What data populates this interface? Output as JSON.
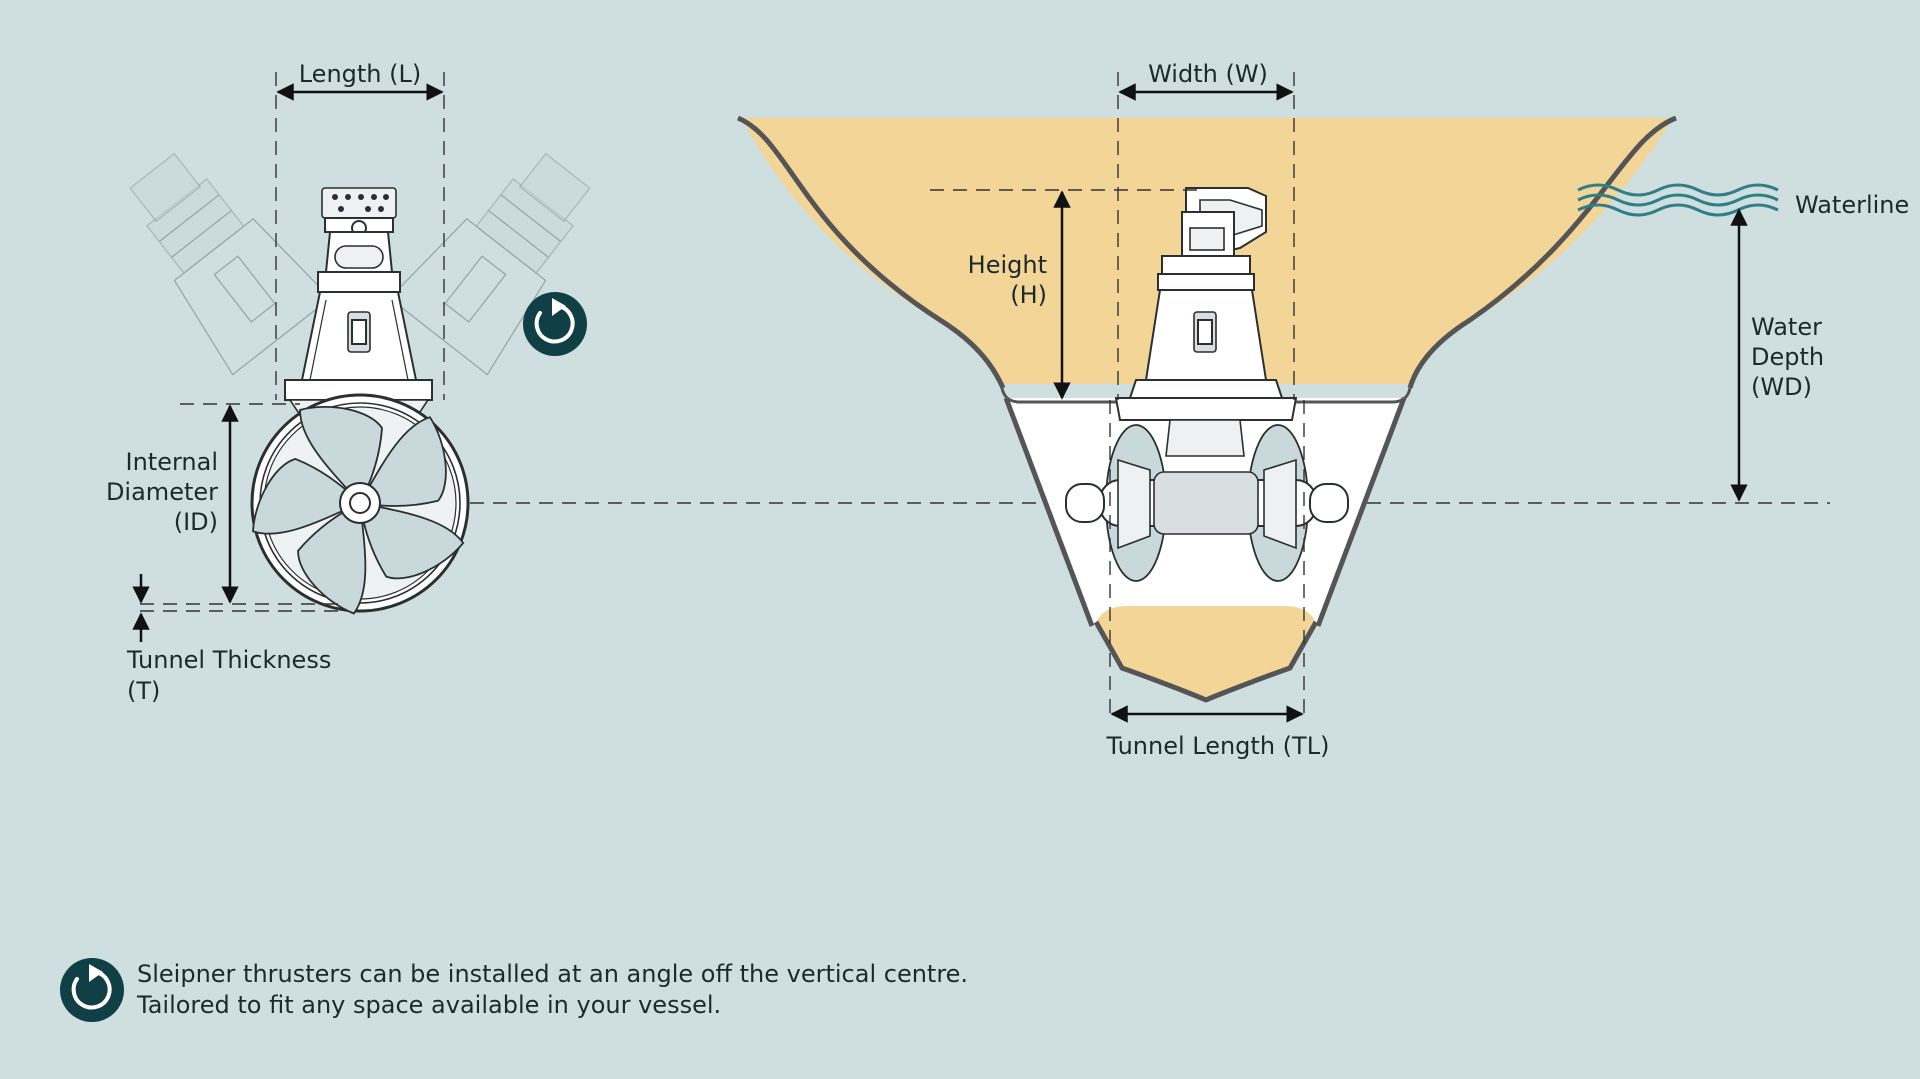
{
  "labels": {
    "length": "Length (L)",
    "width": "Width (W)",
    "waterline": "Waterline",
    "height_1": "Height",
    "height_2": "(H)",
    "water_depth_1": "Water",
    "water_depth_2": "Depth",
    "water_depth_3": "(WD)",
    "internal_diameter_1": "Internal",
    "internal_diameter_2": "Diameter",
    "internal_diameter_3": "(ID)",
    "tunnel_thickness_1": "Tunnel Thickness",
    "tunnel_thickness_2": "(T)",
    "tunnel_length": "Tunnel Length (TL)"
  },
  "footer": {
    "line1": "Sleipner thrusters can be installed at an angle off the vertical centre.",
    "line2": "Tailored to fit any space available in your vessel."
  },
  "icons": {
    "rotation": "rotate-clockwise-icon"
  },
  "colors": {
    "background": "#cfdfe0",
    "hull_fill": "#f2d597",
    "icon_circle": "#103f46",
    "water_wave": "#2e7f86"
  }
}
